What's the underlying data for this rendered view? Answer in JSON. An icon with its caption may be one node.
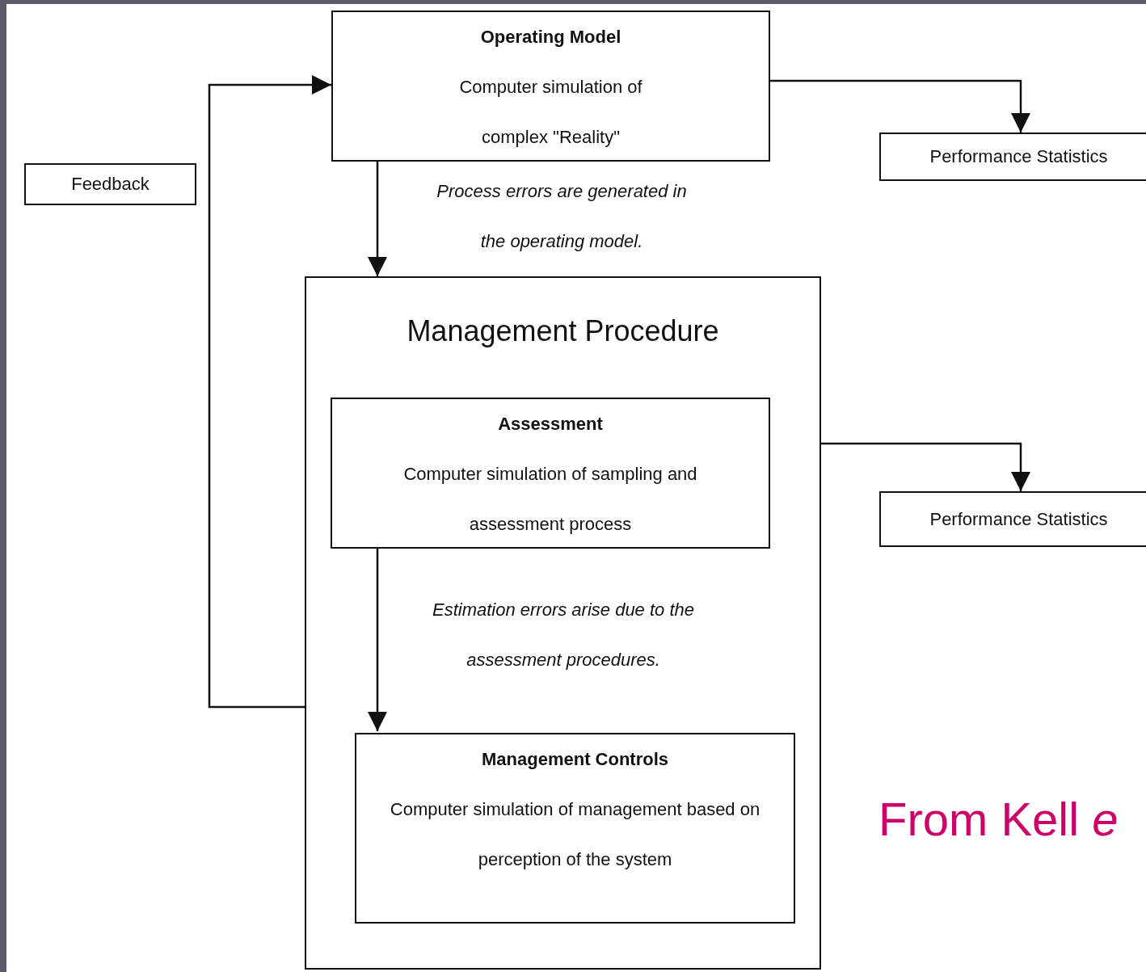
{
  "diagram": {
    "nodes": [
      {
        "text": [
          "Operating Model",
          "Computer simulation of complex \"Reality\""
        ]
      },
      {
        "text": [
          "Performance Statistics"
        ]
      },
      {
        "text": [
          "Feedback"
        ]
      },
      {
        "text": [
          "Management Procedure"
        ]
      },
      {
        "text": [
          "Assessment",
          "Computer simulation of sampling and assessment process"
        ],
        "in": 3
      },
      {
        "text": [
          "Management Controls",
          "Computer simulation of management based on perception of the system"
        ],
        "in": 3
      },
      {
        "text": [
          "Performance Statistics"
        ]
      }
    ],
    "edges": [
      {
        "from": 0,
        "to": 1,
        "arrow": "to"
      },
      {
        "from": 0,
        "to": 3,
        "arrow": "to",
        "label": "Process errors are generated in the operating model."
      },
      {
        "from": 3,
        "to": 0,
        "arrow": "to"
      },
      {
        "from": 3,
        "to": 6,
        "arrow": "to"
      },
      {
        "from": 4,
        "to": 5,
        "arrow": "to",
        "label": "Estimation errors arise due to the assessment procedures."
      }
    ],
    "labels": [
      "From Kell *e*"
    ]
  }
}
